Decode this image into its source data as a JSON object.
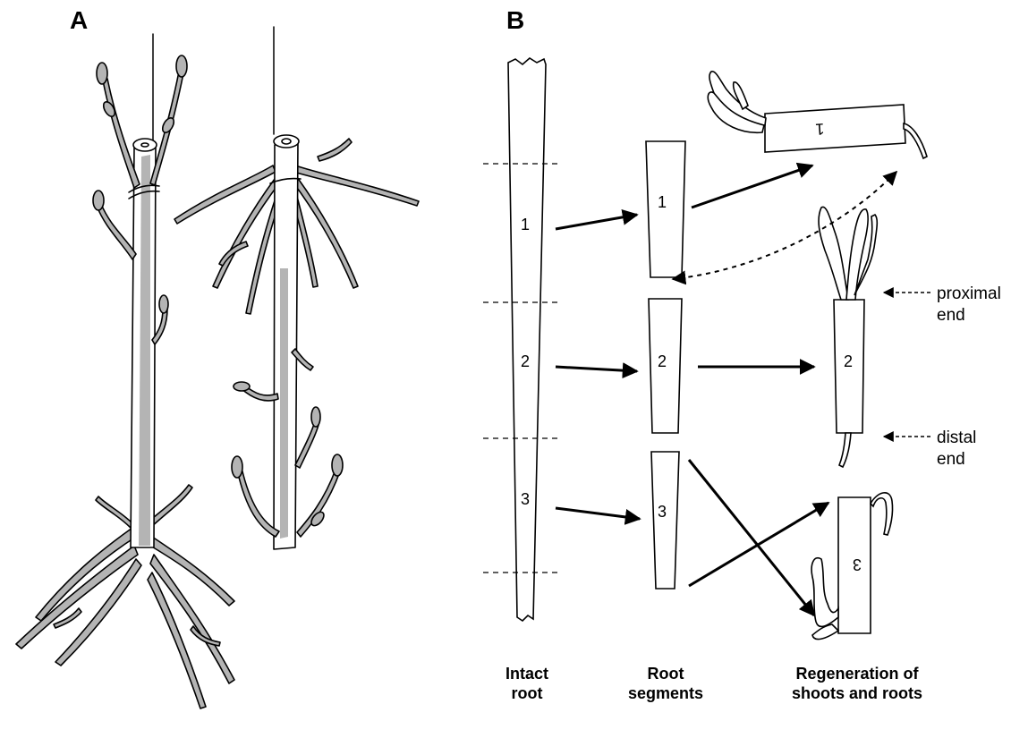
{
  "panels": {
    "a_label": "A",
    "b_label": "B"
  },
  "segment_numbers": [
    "1",
    "2",
    "3"
  ],
  "captions": {
    "intact": [
      "Intact",
      "root"
    ],
    "segments": [
      "Root",
      "segments"
    ],
    "regeneration": [
      "Regeneration of",
      "shoots and roots"
    ]
  },
  "end_labels": {
    "proximal": [
      "proximal",
      "end"
    ],
    "distal": [
      "distal",
      "end"
    ]
  },
  "colors": {
    "stroke": "#000000",
    "plant_fill": "#b4b4b4",
    "background": "#ffffff"
  }
}
